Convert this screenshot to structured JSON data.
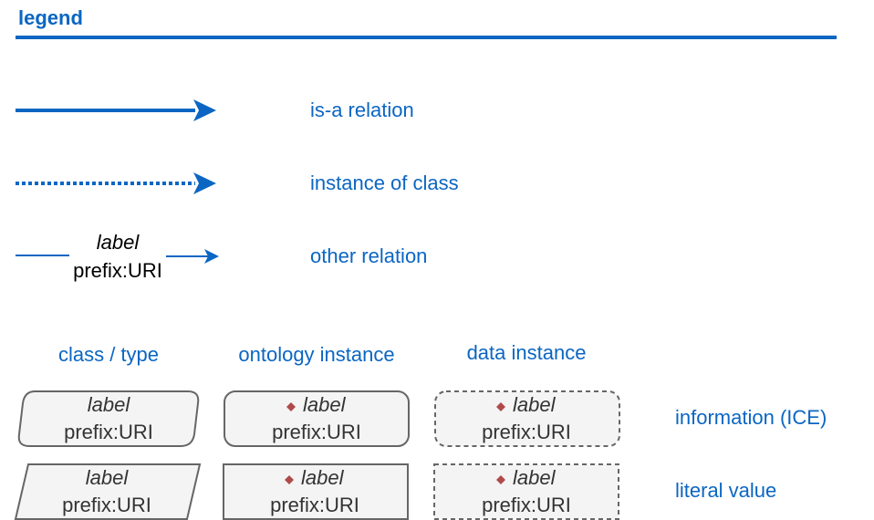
{
  "title": "legend",
  "colors": {
    "accent": "#0b66c3",
    "box_fill": "#f4f4f4",
    "box_stroke": "#666666",
    "instance_marker": "#b04a4a",
    "text_dark": "#333333"
  },
  "relations": [
    {
      "line_style": "solid",
      "label": "is-a relation"
    },
    {
      "line_style": "dotted",
      "label": "instance of class"
    },
    {
      "line_style": "labeled",
      "edge_label": "label",
      "edge_uri": "prefix:URI",
      "label": "other relation"
    }
  ],
  "columns": [
    "class / type",
    "ontology instance",
    "data instance"
  ],
  "rows": [
    {
      "label": "information (ICE)"
    },
    {
      "label": "literal value"
    }
  ],
  "node": {
    "label": "label",
    "uri": "prefix:URI",
    "instance_marker_icon": "diamond-icon"
  }
}
